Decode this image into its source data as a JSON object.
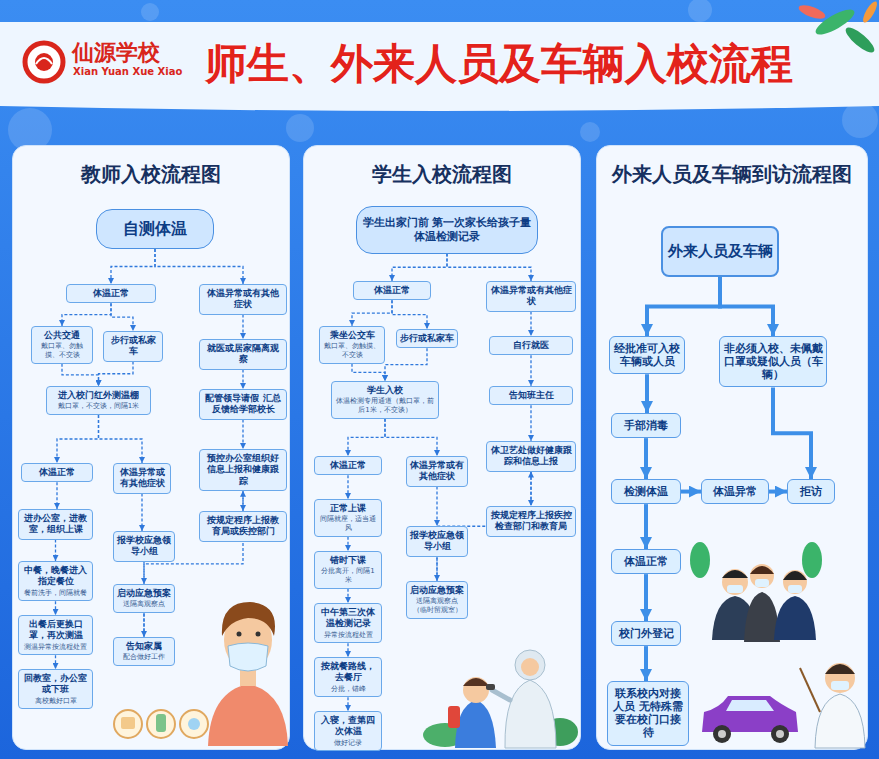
{
  "diagram": {
    "title": "师生、外来人员及车辆入校流程",
    "nodes": [
      {
        "text": [
          "教师入校流程图"
        ]
      },
      {
        "text": [
          "自测体温"
        ],
        "in": 0
      },
      {
        "text": [
          "体温正常"
        ],
        "in": 0
      },
      {
        "text": [
          "体温异常或有其他症状"
        ],
        "in": 0
      },
      {
        "text": [
          "公共交通",
          "戴口罩、勿触摸、不交谈"
        ],
        "in": 0
      },
      {
        "text": [
          "步行或私家车"
        ],
        "in": 0
      },
      {
        "text": [
          "进入校门红外测温棚",
          "戴口罩，不交谈，间隔1米"
        ],
        "in": 0
      },
      {
        "text": [
          "体温正常"
        ],
        "in": 0
      },
      {
        "text": [
          "体温异常或有其他症状"
        ],
        "in": 0
      },
      {
        "text": [
          "进办公室，进教室，组织上课"
        ],
        "in": 0
      },
      {
        "text": [
          "中餐，晚餐进入指定餐位",
          "餐前洗手，间隔就餐"
        ],
        "in": 0
      },
      {
        "text": [
          "出餐后更换口罩，再次测温",
          "测温异常按流程处置"
        ],
        "in": 0
      },
      {
        "text": [
          "回教室，办公室或下班",
          "离校戴好口罩"
        ],
        "in": 0
      },
      {
        "text": [
          "报学校应急领导小组"
        ],
        "in": 0
      },
      {
        "text": [
          "启动应急预案",
          "送隔离观察点"
        ],
        "in": 0
      },
      {
        "text": [
          "告知家属",
          "配合做好工作"
        ],
        "in": 0
      },
      {
        "text": [
          "就医或居家隔离观察"
        ],
        "in": 0
      },
      {
        "text": [
          "配管领导请假 汇总反馈给学部校长"
        ],
        "in": 0
      },
      {
        "text": [
          "预控办公室组织好信息上报和健康跟踪"
        ],
        "in": 0
      },
      {
        "text": [
          "按规定程序上报教育局或疾控部门"
        ],
        "in": 0
      },
      {
        "text": [
          "学生入校流程图"
        ]
      },
      {
        "text": [
          "学生出家门前 第一次家长给孩子量体温检测记录"
        ],
        "in": 20
      },
      {
        "text": [
          "体温正常"
        ],
        "in": 20
      },
      {
        "text": [
          "体温异常或有其他症状"
        ],
        "in": 20
      },
      {
        "text": [
          "乘坐公交车",
          "戴口罩、勿触摸、不交谈"
        ],
        "in": 20
      },
      {
        "text": [
          "步行或私家车"
        ],
        "in": 20
      },
      {
        "text": [
          "学生入校",
          "体温检测专用通道（戴口罩，前后1米，不交谈）"
        ],
        "in": 20
      },
      {
        "text": [
          "体温正常"
        ],
        "in": 20
      },
      {
        "text": [
          "体温异常或有其他症状"
        ],
        "in": 20
      },
      {
        "text": [
          "正常上课",
          "间隔就座，适当通风"
        ],
        "in": 20
      },
      {
        "text": [
          "错时下课",
          "分批离开，间隔1米"
        ],
        "in": 20
      },
      {
        "text": [
          "中午第三次体温检测记录",
          "异常按流程处置"
        ],
        "in": 20
      },
      {
        "text": [
          "按就餐路线，去餐厅",
          "分批，错峰"
        ],
        "in": 20
      },
      {
        "text": [
          "入寝，查第四次体温",
          "做好记录"
        ],
        "in": 20
      },
      {
        "text": [
          "报学校应急领导小组"
        ],
        "in": 20
      },
      {
        "text": [
          "启动应急预案",
          "送隔离观察点（临时留观室）"
        ],
        "in": 20
      },
      {
        "text": [
          "自行就医"
        ],
        "in": 20
      },
      {
        "text": [
          "告知班主任"
        ],
        "in": 20
      },
      {
        "text": [
          "体卫艺处做好健康跟踪和信息上报"
        ],
        "in": 20
      },
      {
        "text": [
          "按规定程序上报疾控检查部门和教育局"
        ],
        "in": 20
      },
      {
        "text": [
          "外来人员及车辆到访流程图"
        ]
      },
      {
        "text": [
          "外来人员及车辆"
        ],
        "in": 40
      },
      {
        "text": [
          "经批准可入校车辆或人员"
        ],
        "in": 40
      },
      {
        "text": [
          "非必须入校、未佩戴口罩或疑似人员（车辆）"
        ],
        "in": 40
      },
      {
        "text": [
          "手部消毒"
        ],
        "in": 40
      },
      {
        "text": [
          "检测体温"
        ],
        "in": 40
      },
      {
        "text": [
          "体温异常"
        ],
        "in": 40
      },
      {
        "text": [
          "拒访"
        ],
        "in": 40
      },
      {
        "text": [
          "体温正常"
        ],
        "in": 40
      },
      {
        "text": [
          "校门外登记"
        ],
        "in": 40
      },
      {
        "text": [
          "联系校内对接人员 无特殊需要在校门口接待"
        ],
        "in": 40
      }
    ],
    "edges": [
      {
        "from": 1,
        "to": 2,
        "arrow": "to"
      },
      {
        "from": 1,
        "to": 3,
        "arrow": "to"
      },
      {
        "from": 2,
        "to": 4,
        "arrow": "to"
      },
      {
        "from": 2,
        "to": 5,
        "arrow": "to"
      },
      {
        "from": 4,
        "to": 6,
        "arrow": "to"
      },
      {
        "from": 5,
        "to": 6,
        "arrow": "to"
      },
      {
        "from": 6,
        "to": 7,
        "arrow": "to"
      },
      {
        "from": 6,
        "to": 8,
        "arrow": "to"
      },
      {
        "from": 7,
        "to": 9,
        "arrow": "to"
      },
      {
        "from": 9,
        "to": 10,
        "arrow": "to"
      },
      {
        "from": 10,
        "to": 11,
        "arrow": "to"
      },
      {
        "from": 11,
        "to": 12,
        "arrow": "to"
      },
      {
        "from": 8,
        "to": 13,
        "arrow": "to"
      },
      {
        "from": 13,
        "to": 14,
        "arrow": "to"
      },
      {
        "from": 14,
        "to": 15,
        "arrow": "to"
      },
      {
        "from": 3,
        "to": 16,
        "arrow": "to"
      },
      {
        "from": 16,
        "to": 17,
        "arrow": "to"
      },
      {
        "from": 17,
        "to": 18,
        "arrow": "to"
      },
      {
        "from": 18,
        "to": 19,
        "arrow": "to"
      },
      {
        "from": 15,
        "to": 18,
        "arrow": "to"
      },
      {
        "from": 21,
        "to": 22,
        "arrow": "to"
      },
      {
        "from": 21,
        "to": 23,
        "arrow": "to"
      },
      {
        "from": 22,
        "to": 24,
        "arrow": "to"
      },
      {
        "from": 22,
        "to": 25,
        "arrow": "to"
      },
      {
        "from": 24,
        "to": 26,
        "arrow": "to"
      },
      {
        "from": 25,
        "to": 26,
        "arrow": "to"
      },
      {
        "from": 26,
        "to": 27,
        "arrow": "to"
      },
      {
        "from": 26,
        "to": 28,
        "arrow": "to"
      },
      {
        "from": 27,
        "to": 29,
        "arrow": "to"
      },
      {
        "from": 29,
        "to": 30,
        "arrow": "to"
      },
      {
        "from": 30,
        "to": 31,
        "arrow": "to"
      },
      {
        "from": 31,
        "to": 32,
        "arrow": "to"
      },
      {
        "from": 32,
        "to": 33,
        "arrow": "to"
      },
      {
        "from": 28,
        "to": 34,
        "arrow": "to"
      },
      {
        "from": 34,
        "to": 35,
        "arrow": "to"
      },
      {
        "from": 23,
        "to": 36,
        "arrow": "to"
      },
      {
        "from": 36,
        "to": 37,
        "arrow": "to"
      },
      {
        "from": 37,
        "to": 38,
        "arrow": "to"
      },
      {
        "from": 38,
        "to": 39,
        "arrow": "to"
      },
      {
        "from": 35,
        "to": 38,
        "arrow": "to"
      },
      {
        "from": 41,
        "to": 42,
        "arrow": "to"
      },
      {
        "from": 41,
        "to": 43,
        "arrow": "to"
      },
      {
        "from": 42,
        "to": 44,
        "arrow": "to"
      },
      {
        "from": 44,
        "to": 45,
        "arrow": "to"
      },
      {
        "from": 45,
        "to": 46,
        "arrow": "to"
      },
      {
        "from": 46,
        "to": 47,
        "arrow": "to"
      },
      {
        "from": 43,
        "to": 47,
        "arrow": "to"
      },
      {
        "from": 45,
        "to": 48,
        "arrow": "to"
      },
      {
        "from": 48,
        "to": 49,
        "arrow": "to"
      },
      {
        "from": 49,
        "to": 50,
        "arrow": "to"
      }
    ],
    "labels": [
      "仙源学校",
      "Xian Yuan Xue Xiao"
    ]
  }
}
